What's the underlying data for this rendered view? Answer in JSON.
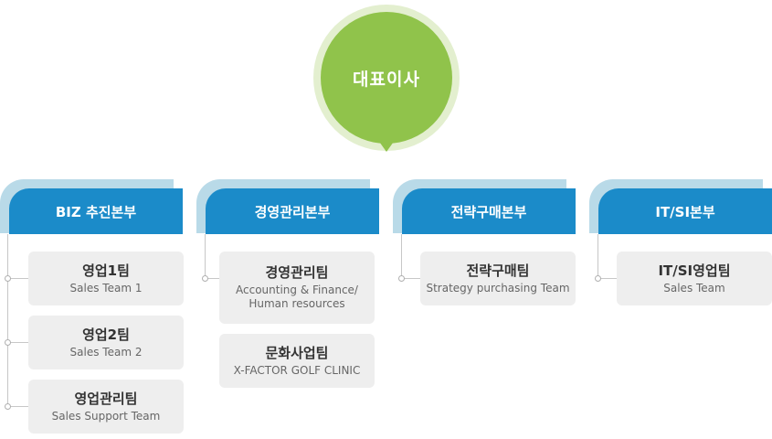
{
  "ceo": {
    "label": "대표이사"
  },
  "divisions": [
    {
      "label": "BIZ 추진본부",
      "teams": [
        {
          "ko": "영업1팀",
          "en": "Sales Team 1"
        },
        {
          "ko": "영업2팀",
          "en": "Sales Team 2"
        },
        {
          "ko": "영업관리팀",
          "en": "Sales Support Team"
        }
      ]
    },
    {
      "label": "경영관리본부",
      "teams": [
        {
          "ko": "경영관리팀",
          "en": "Accounting & Finance/\nHuman resources"
        },
        {
          "ko": "문화사업팀",
          "en": "X-FACTOR GOLF CLINIC"
        }
      ]
    },
    {
      "label": "전략구매본부",
      "teams": [
        {
          "ko": "전략구매팀",
          "en": "Strategy purchasing Team"
        }
      ]
    },
    {
      "label": "IT/SI본부",
      "teams": [
        {
          "ko": "IT/SI영업팀",
          "en": "Sales Team"
        }
      ]
    }
  ],
  "colors": {
    "ceo": "#90c34b",
    "division": "#1b8bc9",
    "division_shadow": "#b9dae8",
    "team_bg": "#eeeeee"
  }
}
